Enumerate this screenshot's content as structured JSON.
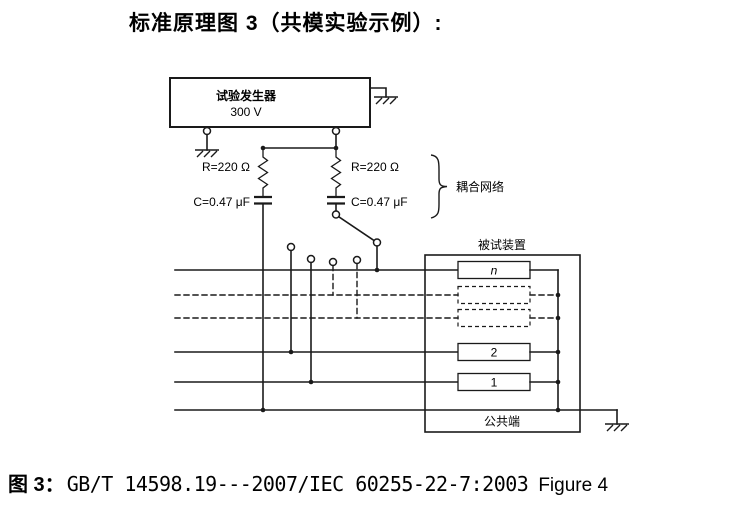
{
  "page": {
    "title": "标准原理图 3（共模实验示例）:",
    "caption": {
      "prefix": "图 3：",
      "standard": "GB/T 14598.19---2007/IEC 60255-22-7:2003",
      "suffix": "Figure 4"
    }
  },
  "diagram": {
    "generator": {
      "name": "试验发生器",
      "voltage": "300 V"
    },
    "coupling": {
      "label": "耦合网络",
      "left_branch": {
        "resistor": "R=220 Ω",
        "capacitor": "C=0.47 μF"
      },
      "right_branch": {
        "resistor": "R=220 Ω",
        "capacitor": "C=0.47 μF"
      }
    },
    "dut": {
      "label": "被试装置",
      "channels": [
        "n",
        "2",
        "1"
      ],
      "common": "公共端"
    }
  }
}
